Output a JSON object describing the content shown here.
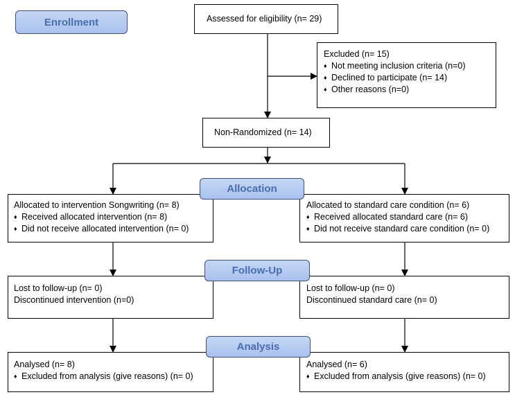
{
  "stages": {
    "enrollment": "Enrollment",
    "allocation": "Allocation",
    "follow_up": "Follow-Up",
    "analysis": "Analysis"
  },
  "assessed": "Assessed for eligibility (n= 29)",
  "excluded": {
    "title": "Excluded  (n= 15)",
    "items": [
      "Not meeting inclusion criteria (n=0)",
      "Declined to participate (n= 14)",
      "Other reasons (n=0)"
    ]
  },
  "non_randomized": "Non-Randomized (n= 14)",
  "allocation": {
    "left": {
      "title": "Allocated to intervention Songwriting (n= 8)",
      "items": [
        "Received allocated intervention (n= 8)",
        "Did not receive allocated intervention (n= 0)"
      ]
    },
    "right": {
      "title": "Allocated to standard care condition (n= 6)",
      "items": [
        "Received allocated standard care (n= 6)",
        "Did not receive standard care condition (n= 0)"
      ]
    }
  },
  "follow_up": {
    "left": [
      "Lost to follow-up (n= 0)",
      "Discontinued intervention (n=0)"
    ],
    "right": [
      "Lost to follow-up (n= 0)",
      "Discontinued standard care (n= 0)"
    ]
  },
  "analysis": {
    "left": {
      "title": "Analysed  (n= 8)",
      "items": [
        "Excluded from analysis (give reasons) (n= 0)"
      ]
    },
    "right": {
      "title": "Analysed  (n= 6)",
      "items": [
        "Excluded from analysis (give reasons) (n= 0)"
      ]
    }
  },
  "bullet_glyph": "♦"
}
